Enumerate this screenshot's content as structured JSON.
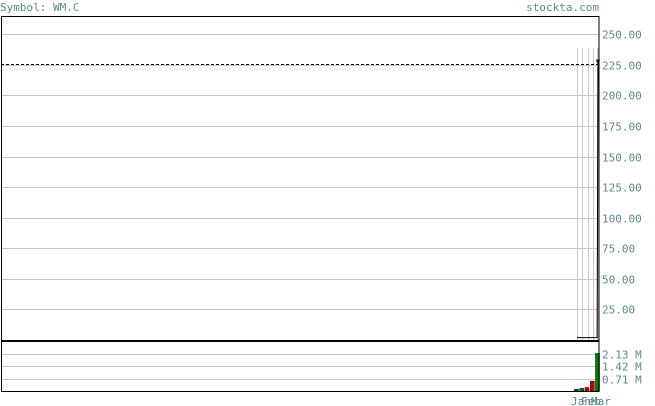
{
  "header": {
    "symbol_label": "Symbol: WM.C",
    "site": "stockta.com"
  },
  "colors": {
    "text": "#5f8a8a",
    "grid": "#c8c8c8",
    "frame": "#000000",
    "volume_up": "#008000",
    "volume_down": "#cc0000"
  },
  "chart_data": [
    {
      "type": "line",
      "panel": "price",
      "y_ticks": [
        25,
        50,
        75,
        100,
        125,
        150,
        175,
        200,
        225,
        250
      ],
      "y_tick_labels": [
        "25.00",
        "50.00",
        "75.00",
        "100.00",
        "125.00",
        "150.00",
        "175.00",
        "200.00",
        "225.00",
        "250.00"
      ],
      "ylim": [
        0,
        265
      ],
      "reference_line": 226,
      "series": [
        {
          "values": [
            [
              0,
              2
            ],
            [
              6,
              2
            ],
            [
              12,
              2
            ],
            [
              18,
              2
            ],
            [
              23,
              2
            ],
            [
              24,
              226
            ]
          ]
        }
      ],
      "grid": true
    },
    {
      "type": "bar",
      "panel": "volume",
      "y_ticks": [
        0.71,
        1.42,
        2.13
      ],
      "y_tick_labels": [
        "0.71 M",
        "1.42 M",
        "2.13 M"
      ],
      "ylim": [
        0,
        2.84
      ],
      "x_labels": [
        "Jan",
        "Feb",
        "Mar"
      ],
      "bars": [
        {
          "x": 0,
          "value": 0.1,
          "direction": "up"
        },
        {
          "x": 6,
          "value": 0.15,
          "direction": "up"
        },
        {
          "x": 12,
          "value": 0.2,
          "direction": "down"
        },
        {
          "x": 18,
          "value": 0.55,
          "direction": "down"
        },
        {
          "x": 24,
          "value": 2.13,
          "direction": "up"
        }
      ],
      "grid": true
    }
  ]
}
